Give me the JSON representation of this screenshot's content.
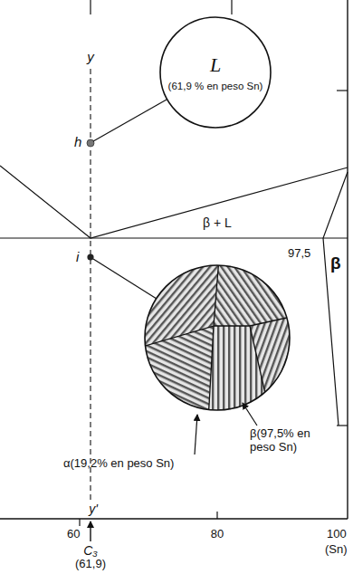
{
  "diagram": {
    "nodes": [
      {
        "text": [
          "L",
          "(61,9 % en peso Sn)"
        ]
      }
    ],
    "labels": [
      "y",
      "h",
      "β + L",
      "97,5",
      "β",
      "i",
      "α(19,2% en peso Sn)",
      "β(97,5% en peso Sn)",
      "y'",
      "60",
      "80",
      "100",
      "(Sn)",
      "C₃",
      "(61,9)"
    ]
  }
}
